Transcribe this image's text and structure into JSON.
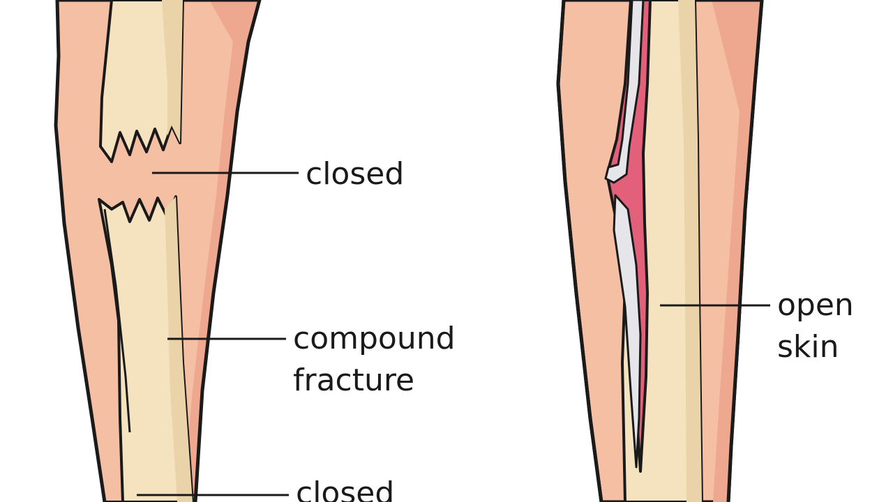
{
  "labels": {
    "closed_top": "closed",
    "compound_line1": "compound",
    "compound_line2": "fracture",
    "closed_bottom": "closed",
    "open_line1": "open",
    "open_line2": "skin"
  },
  "colors": {
    "skin": "#f5bfa3",
    "skin_shadow": "#eea890",
    "bone": "#f5e2bf",
    "bone_shadow": "#ead3a8",
    "outline": "#1a1a1a",
    "wound": "#e2607a",
    "exposed_bone": "#e6e6ea"
  }
}
